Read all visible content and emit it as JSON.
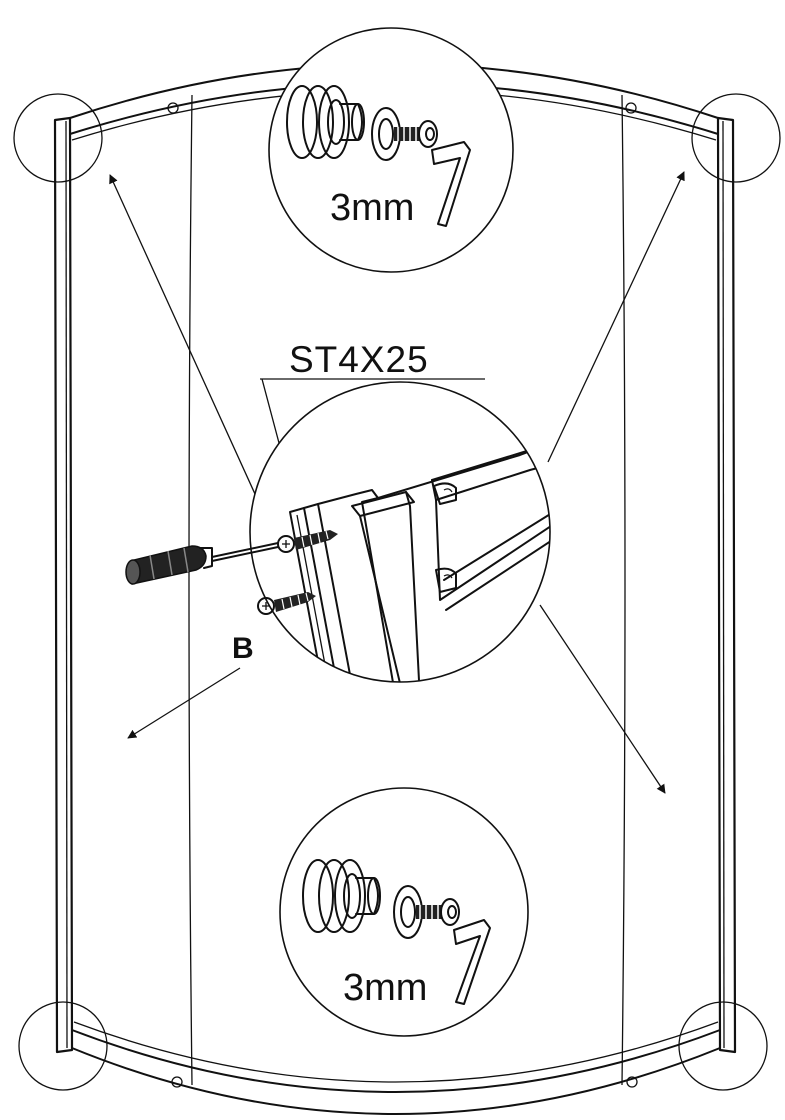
{
  "labels": {
    "screw_spec": "ST4X25",
    "part_letter": "B",
    "allen_key_top": "3mm",
    "allen_key_bottom": "3mm"
  },
  "icons": [
    "roller-wheel-icon",
    "hex-bolt-icon",
    "allen-key-icon",
    "screwdriver-icon",
    "self-tapping-screw-icon",
    "aluminium-profile-icon"
  ]
}
